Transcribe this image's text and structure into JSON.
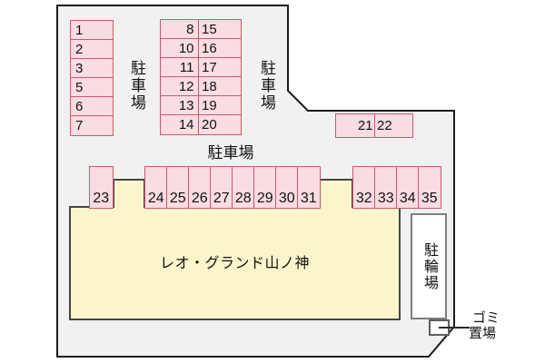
{
  "palette": {
    "page_bg": "#ffffff",
    "site_fill": "#f1f1f2",
    "site_stroke": "#1c1c1c",
    "spot_fill": "#fadce3",
    "spot_stroke": "#c9596b",
    "building_fill": "#fbf5cc",
    "building_stroke": "#454545",
    "structure_stroke": "#7d7d7d",
    "structure_fill": "#ffffff",
    "text_color": "#111111"
  },
  "labels": {
    "parking_area_left": "駐車場",
    "parking_area_middle": "駐車場",
    "parking_area_lower": "駐車場",
    "building_name": "レオ・グランド山ノ神",
    "bicycle_parking": "駐輪場",
    "garbage_line1": "ゴミ",
    "garbage_line2": "置場"
  },
  "spots": {
    "left_column": [
      "1",
      "2",
      "3",
      "5",
      "6",
      "7"
    ],
    "middle_column_left": [
      "8",
      "10",
      "11",
      "12",
      "13",
      "14"
    ],
    "middle_column_right": [
      "15",
      "16",
      "17",
      "18",
      "19",
      "20"
    ],
    "upper_right_row": [
      "21",
      "22"
    ],
    "spot_23": [
      "23"
    ],
    "lower_row": [
      "24",
      "25",
      "26",
      "27",
      "28",
      "29",
      "30",
      "31"
    ],
    "lower_right_row": [
      "32",
      "33",
      "34",
      "35"
    ]
  }
}
